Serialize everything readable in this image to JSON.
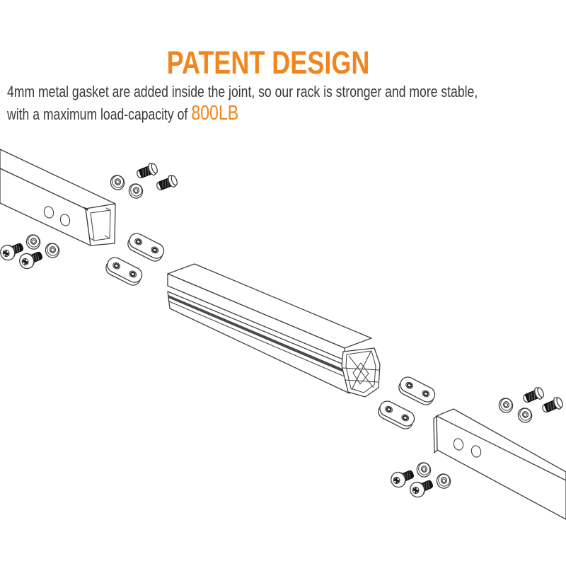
{
  "header": {
    "title": "PATENT DESIGN",
    "description_line1": "4mm metal gasket are added inside the joint, so our rack is stronger and more stable,",
    "description_line2_prefix": "with a maximum load-capacity of ",
    "load_capacity_value": "800LB"
  },
  "colors": {
    "accent_orange": "#F2861E",
    "body_text": "#3A3A3A",
    "line_art": "#3F3F3F",
    "screw_black": "#161616",
    "background": "#FFFFFF"
  },
  "diagram": {
    "kind": "exploded-assembly-line-drawing",
    "parts": [
      {
        "name": "square-tube-upper-left",
        "count": 1
      },
      {
        "name": "t-slot-rail-center",
        "count": 1
      },
      {
        "name": "square-tube-lower-right",
        "count": 1
      },
      {
        "name": "gasket-plate",
        "count": 4
      },
      {
        "name": "washer",
        "count": 8
      },
      {
        "name": "button-head-screw",
        "count": 8
      }
    ]
  }
}
